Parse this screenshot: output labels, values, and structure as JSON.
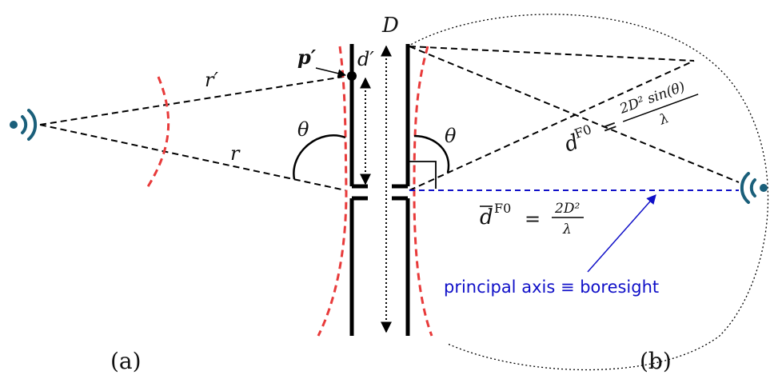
{
  "labels": {
    "panel_a": "(a)",
    "panel_b": "(b)",
    "aperture_D": "D",
    "point_p": "p′",
    "offset_d": "d′",
    "distance_r_prime": "r′",
    "distance_r": "r",
    "angle_left": "θ",
    "angle_right": "θ",
    "dF0_label": "d",
    "dF0_sup": "F0",
    "dF0_num": "2D² sin(θ)",
    "dF0_den": "λ",
    "dbar_label": "d",
    "dbar_sup": "F0",
    "dbar_num": "2D²",
    "dbar_den": "λ",
    "equals": "=",
    "principal_axis": "principal axis ≡ boresight"
  },
  "colors": {
    "structure": "#000000",
    "wavefront": "#e83a3a",
    "boresight": "#1010c8",
    "antenna": "#1a5f7a"
  },
  "icons": {
    "left_antenna": "radio-wave-emitter-icon",
    "right_antenna": "radio-wave-receiver-icon"
  }
}
